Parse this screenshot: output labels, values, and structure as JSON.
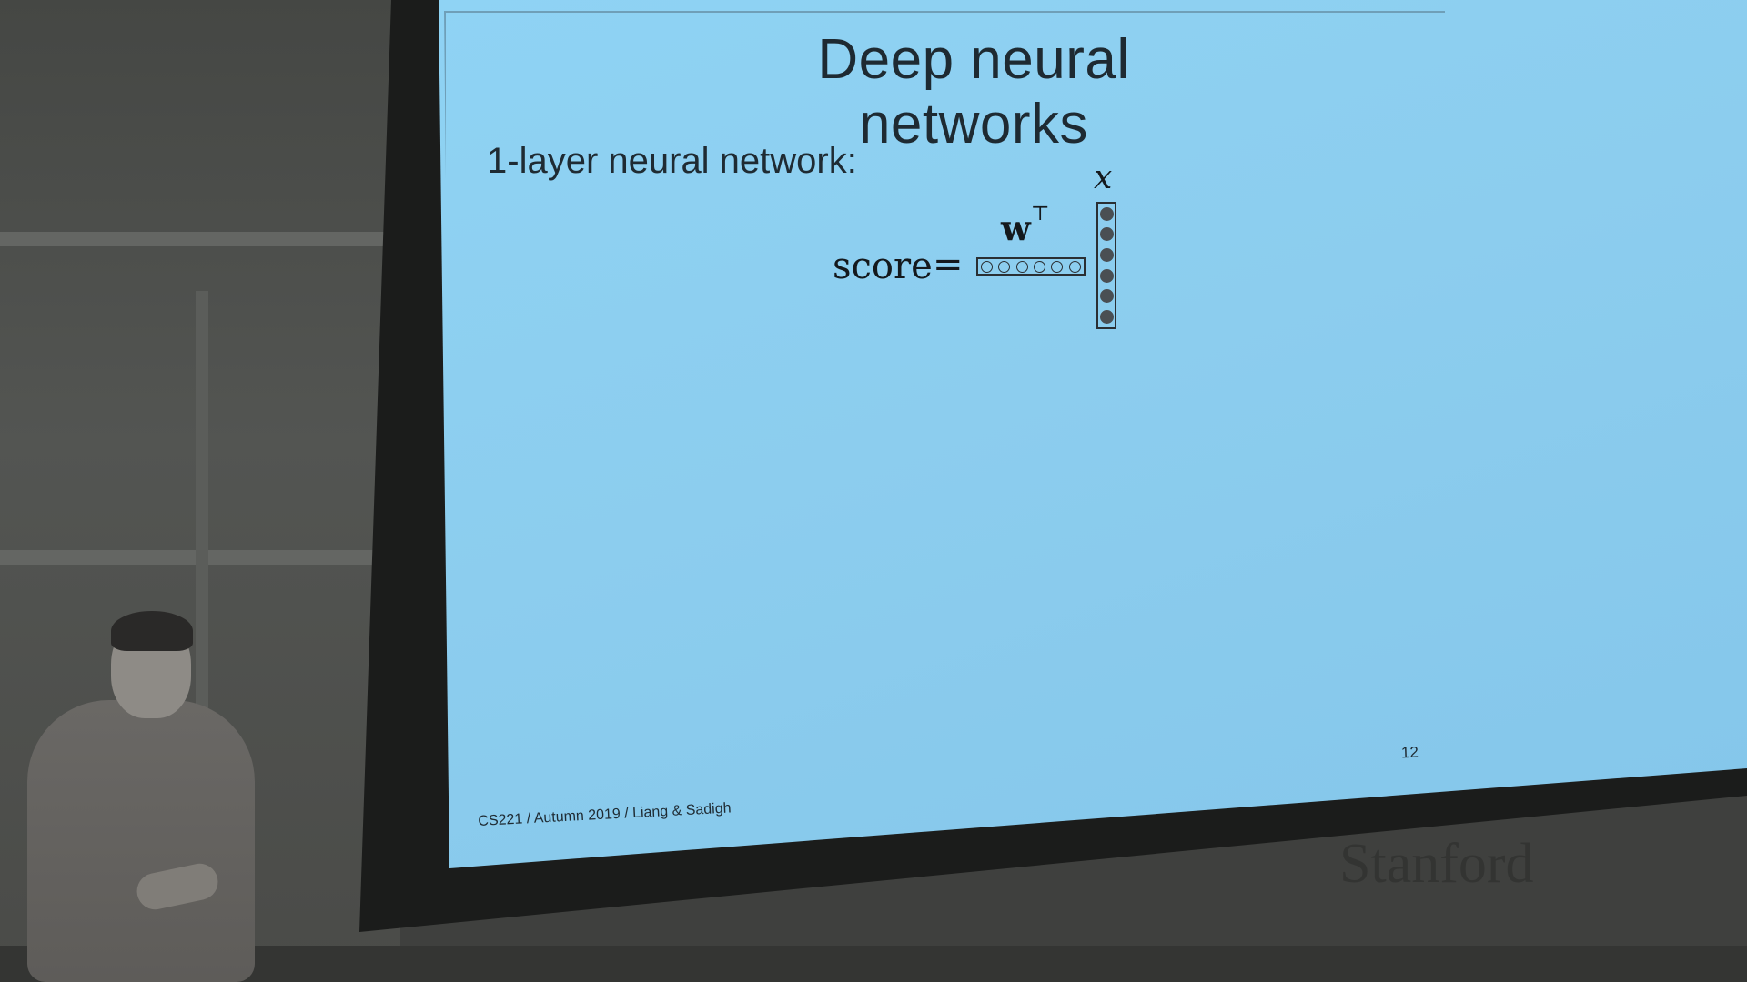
{
  "slide": {
    "title": "Deep neural networks",
    "subtitle": "1-layer neural network:",
    "equation": {
      "lhs": "score",
      "equals": "=",
      "weight_symbol": "w",
      "transpose_symbol": "⊤",
      "input_symbol": "x",
      "weight_vector_nodes": 6,
      "input_vector_nodes": 6
    },
    "page_number": "12",
    "footer": "CS221 / Autumn 2019 / Liang & Sadigh"
  },
  "watermark": "Stanford"
}
